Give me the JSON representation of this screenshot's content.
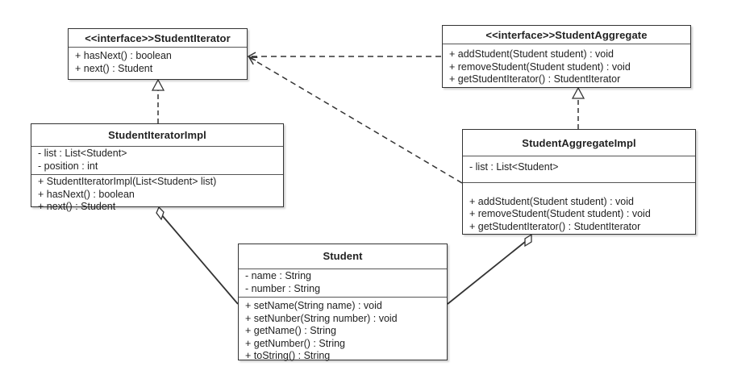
{
  "diagram": {
    "classes": {
      "student_iterator": {
        "name": "<<interface>>StudentIterator",
        "attributes": [],
        "methods": [
          "+ hasNext()   : boolean",
          "+ next() : Student"
        ]
      },
      "student_aggregate": {
        "name": "<<interface>>StudentAggregate",
        "attributes": [],
        "methods": [
          "+ addStudent(Student student) : void",
          "+ removeStudent(Student student) : void",
          "+ getStudentIterator() : StudentIterator"
        ]
      },
      "student_iterator_impl": {
        "name": "StudentIteratorImpl",
        "attributes": [
          "- list : List<Student>",
          "- position : int"
        ],
        "methods": [
          "+ StudentIteratorImpl(List<Student> list)",
          "+ hasNext()   : boolean",
          "+ next() : Student"
        ]
      },
      "student_aggregate_impl": {
        "name": "StudentAggregateImpl",
        "attributes": [
          "- list : List<Student>"
        ],
        "methods": [
          "+ addStudent(Student student) : void",
          "+ removeStudent(Student student) : void",
          "+ getStudentIterator() : StudentIterator"
        ]
      },
      "student": {
        "name": "Student",
        "attributes": [
          "- name : String",
          "- number : String"
        ],
        "methods": [
          "+ setName(String name) : void",
          "+ setNunber(String number) : void",
          "+ getName() : String",
          "+ getNumber() : String",
          "+ toString() : String"
        ]
      }
    },
    "relations": [
      {
        "from": "StudentIteratorImpl",
        "to": "StudentIterator",
        "kind": "realization"
      },
      {
        "from": "StudentAggregateImpl",
        "to": "StudentAggregate",
        "kind": "realization"
      },
      {
        "from": "StudentAggregate",
        "to": "StudentIterator",
        "kind": "dependency"
      },
      {
        "from": "StudentAggregateImpl",
        "to": "StudentIterator",
        "kind": "dependency"
      },
      {
        "from": "StudentIteratorImpl",
        "to": "Student",
        "kind": "aggregation"
      },
      {
        "from": "StudentAggregateImpl",
        "to": "Student",
        "kind": "aggregation"
      }
    ],
    "line_color": "#333333"
  }
}
